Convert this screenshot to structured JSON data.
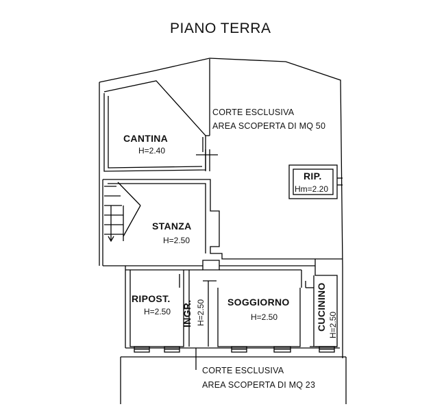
{
  "title": "PIANO TERRA",
  "rooms": {
    "cantina": {
      "name": "CANTINA",
      "height": "H=2.40"
    },
    "stanza": {
      "name": "STANZA",
      "height": "H=2.50"
    },
    "ripostiglio": {
      "name": "RIPOST.",
      "height": "H=2.50"
    },
    "ingresso": {
      "name": "INGR.",
      "height": "H=2.50"
    },
    "soggiorno": {
      "name": "SOGGIORNO",
      "height": "H=2.50"
    },
    "cucinino": {
      "name": "CUCININO",
      "height": "H=2.50"
    },
    "rip": {
      "name": "RIP.",
      "height": "Hm=2.20"
    }
  },
  "courtyards": {
    "north": {
      "line1": "CORTE ESCLUSIVA",
      "line2": "AREA SCOPERTA DI MQ 50"
    },
    "south": {
      "line1": "CORTE ESCLUSIVA",
      "line2": "AREA SCOPERTA DI MQ 23"
    }
  },
  "colors": {
    "line": "#000000",
    "background": "#ffffff"
  }
}
